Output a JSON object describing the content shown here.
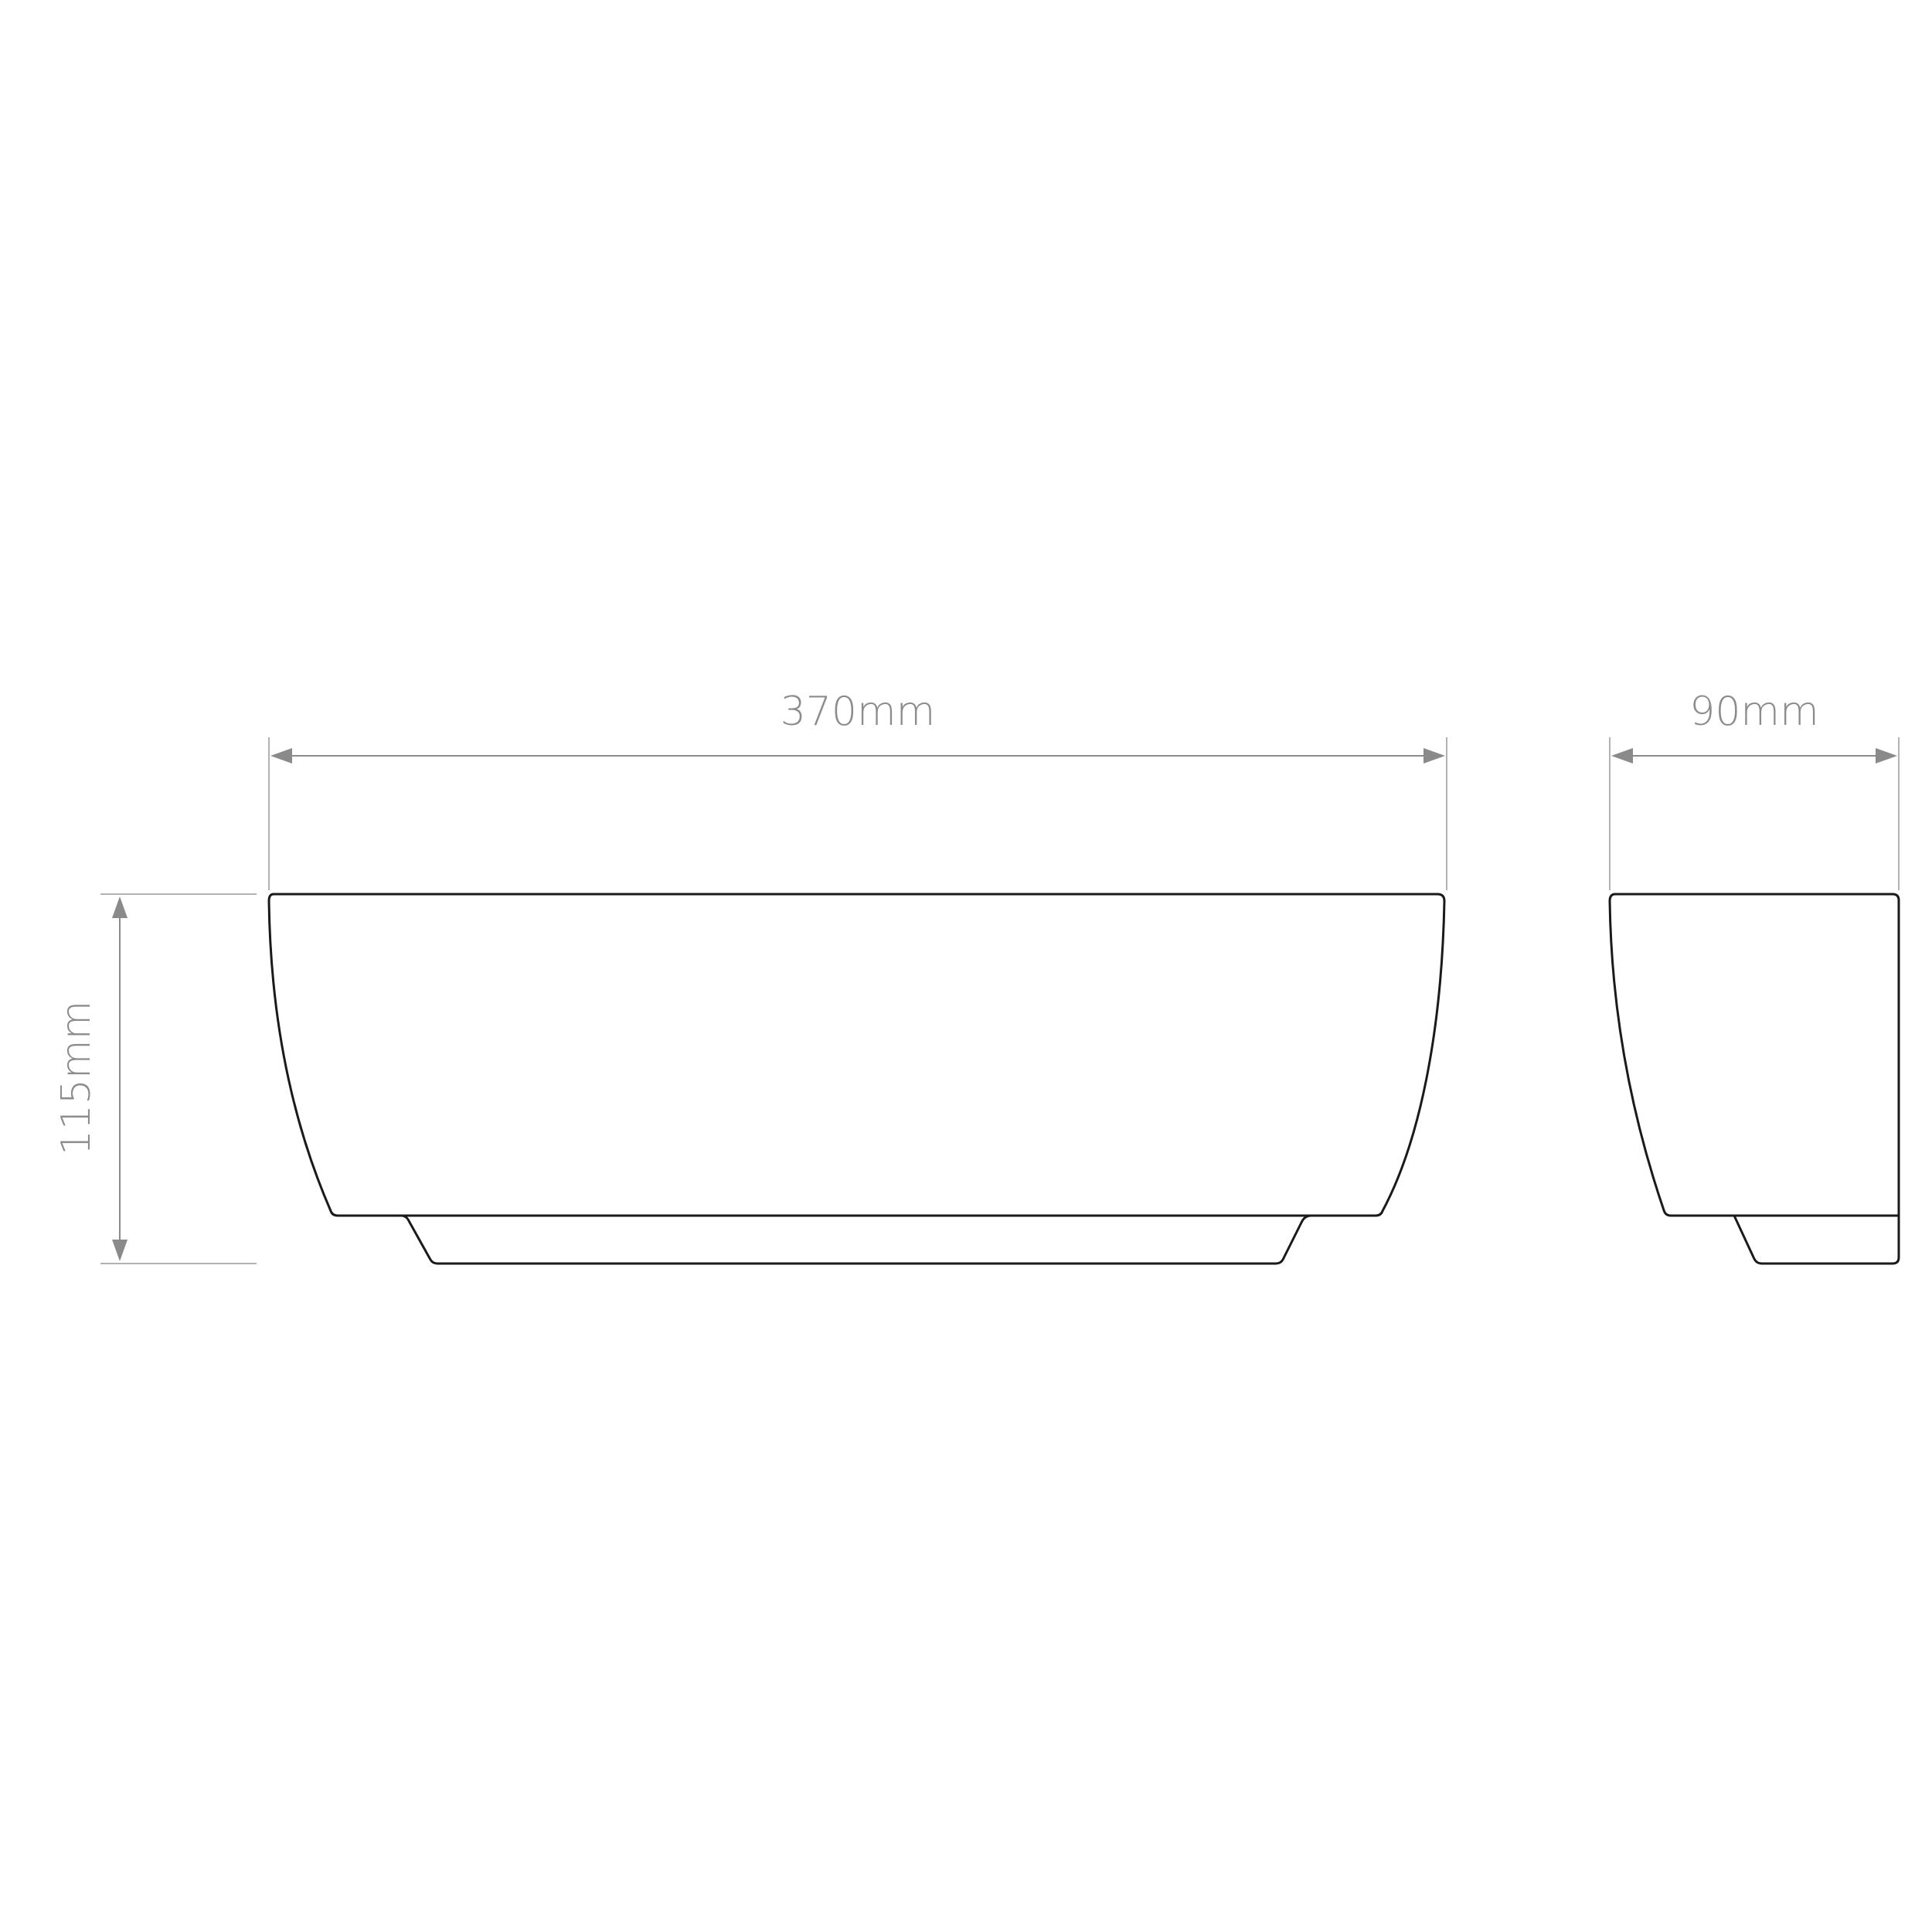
{
  "dimensions": {
    "width": {
      "value": 370,
      "unit": "mm",
      "label": "370mm"
    },
    "depth": {
      "value": 90,
      "unit": "mm",
      "label": "90mm"
    },
    "height": {
      "value": 115,
      "unit": "mm",
      "label": "115mm"
    }
  },
  "colors": {
    "outline": "#1a1a1a",
    "dimension": "#8a8a8a",
    "background": "#ffffff"
  }
}
